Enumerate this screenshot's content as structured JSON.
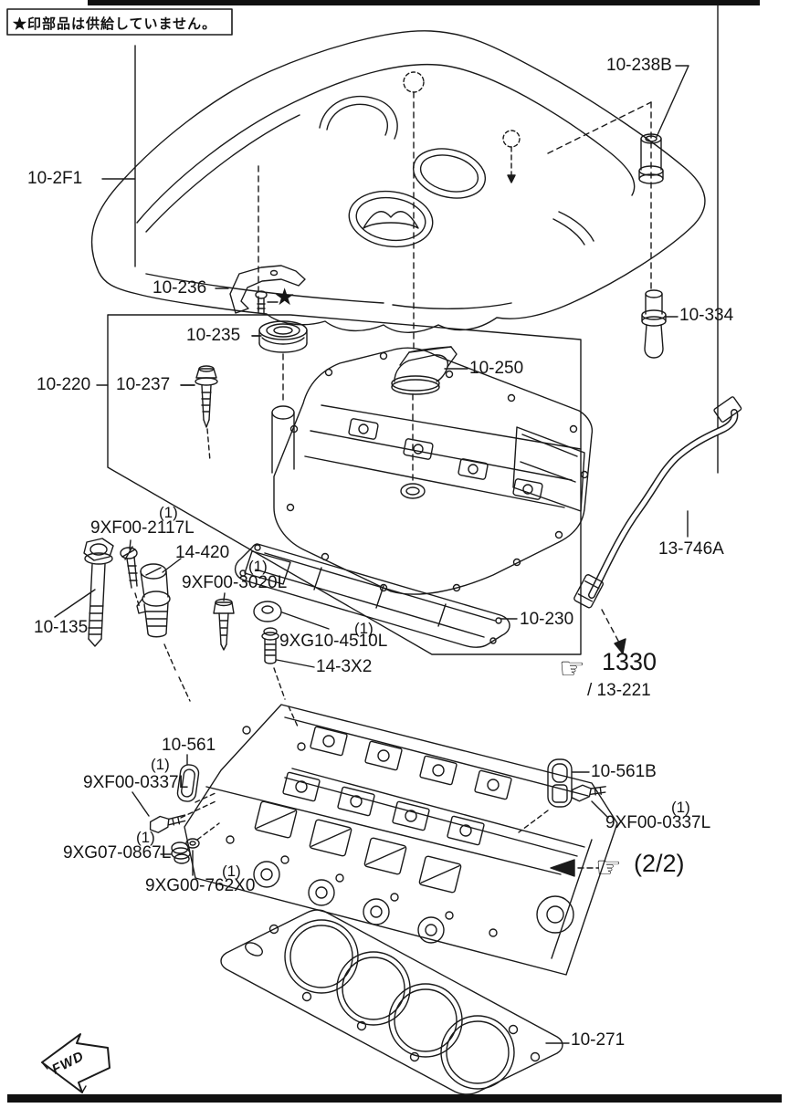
{
  "page": {
    "note": "★印部品は供給していません。",
    "fwd": "FWD",
    "qty_one": "(1)",
    "page_ref": "(2/2)",
    "see_ref": "1330",
    "see_ref_sub": "/ 13-221"
  },
  "icons": {
    "star": "★",
    "pointing_hand": "☞"
  },
  "colors": {
    "line": "#1a1a1a",
    "background": "#ffffff"
  },
  "labels": {
    "engine_cover": "10-2F1",
    "grommet": "10-238B",
    "bracket": "10-236",
    "filler_cap_seal": "10-235",
    "oil_filler_cap": "10-250",
    "ventilation_valve": "10-334",
    "cylinder_head_cover": "10-220",
    "cover_bolt": "10-237",
    "ventilation_hose": "13-746A",
    "cover_gasket": "10-230",
    "screw_2117l": "9XF00-2117L",
    "oil_control_valve": "14-420",
    "bolt_3020l": "9XF00-3020L",
    "head_bolt": "10-135",
    "spacer_4510l": "9XG10-4510L",
    "stud_14_3x2": "14-3X2",
    "seal_plate": "10-561",
    "bolt_0337l": "9XF00-0337L",
    "plug_0867l": "9XG07-0867L",
    "washer_762x0": "9XG00-762X0",
    "seal_plate_b": "10-561B",
    "head_gasket": "10-271"
  }
}
